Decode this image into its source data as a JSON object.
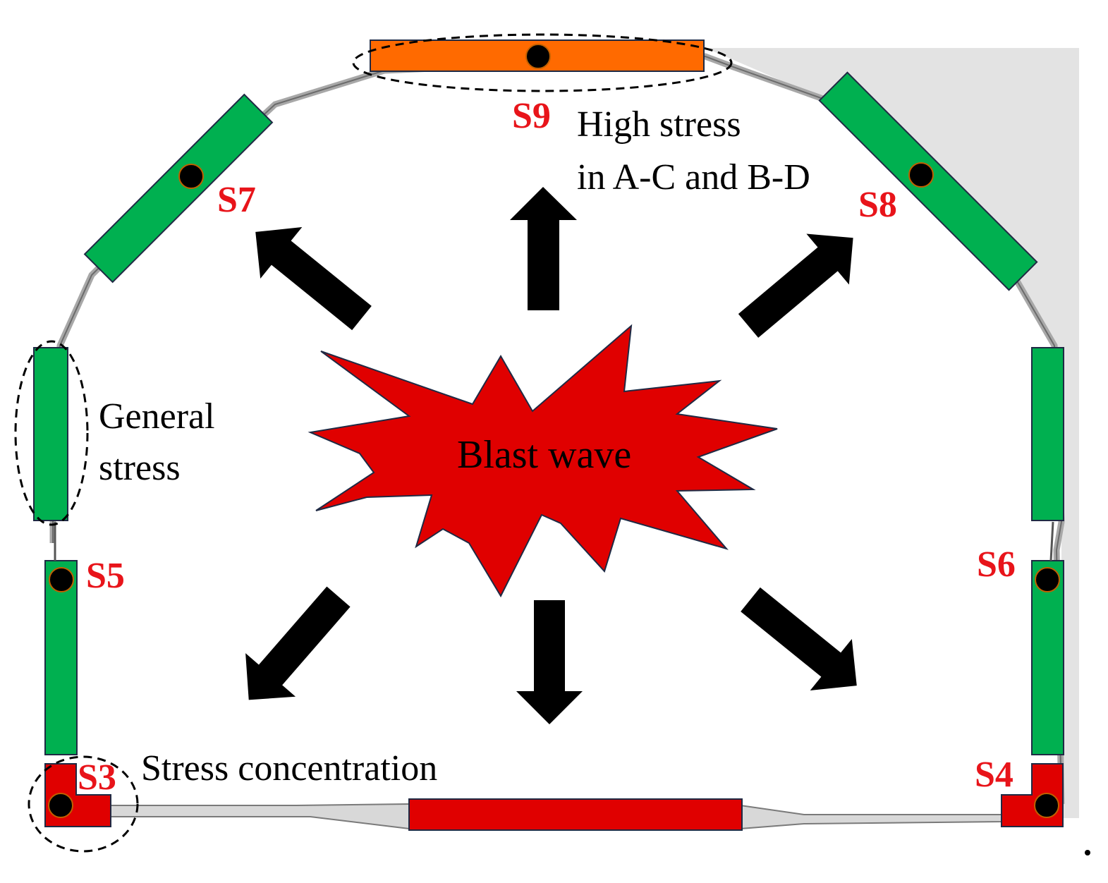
{
  "diagram": {
    "center_label": "Blast wave",
    "annotations": {
      "top": [
        "High stress",
        "in A-C and B-D"
      ],
      "left": [
        "General",
        "stress"
      ],
      "bottom": "Stress concentration"
    },
    "sensors": [
      "S3",
      "S4",
      "S5",
      "S6",
      "S7",
      "S8",
      "S9"
    ],
    "colors": {
      "high_stress": "#ff6a00",
      "general_stress": "#00b050",
      "concentration": "#e00000",
      "blast": "#e00000",
      "label": "#e8141a",
      "arrow": "#000000"
    }
  }
}
